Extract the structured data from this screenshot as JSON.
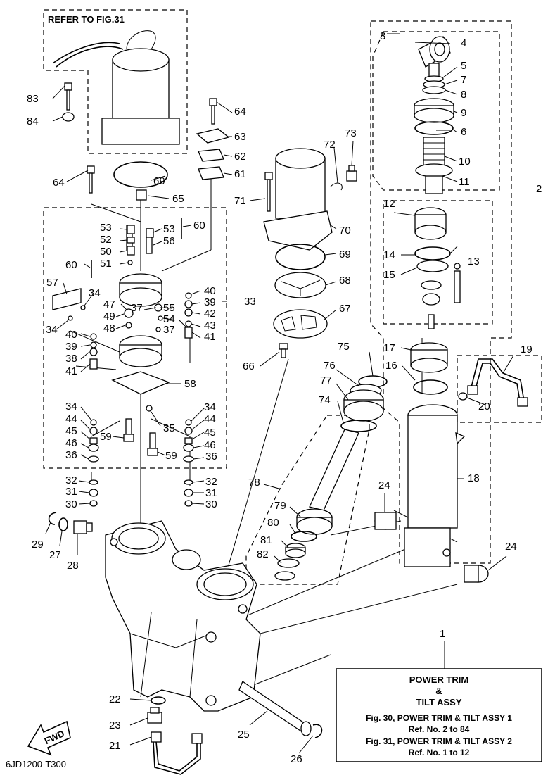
{
  "header": {
    "refer_label": "REFER TO FIG.31"
  },
  "caption": {
    "title_line1": "POWER TRIM",
    "title_line2": "&",
    "title_line3": "TILT ASSY",
    "fig30": "Fig. 30, POWER TRIM & TILT ASSY 1",
    "fig30_ref": "Ref. No. 2 to 84",
    "fig31": "Fig. 31, POWER TRIM & TILT ASSY 2",
    "fig31_ref": "Ref. No. 1 to 12"
  },
  "fwd_label": "FWD",
  "drawing_code": "6JD1200-T300",
  "callouts": {
    "c1": "1",
    "c2": "2",
    "c3": "3",
    "c4": "4",
    "c5": "5",
    "c6": "6",
    "c7": "7",
    "c8": "8",
    "c9": "9",
    "c10": "10",
    "c11": "11",
    "c12": "12",
    "c13": "13",
    "c14": "14",
    "c15": "15",
    "c16": "16",
    "c17": "17",
    "c18": "18",
    "c19": "19",
    "c20": "20",
    "c21": "21",
    "c22": "22",
    "c23": "23",
    "c24a": "24",
    "c24b": "24",
    "c25": "25",
    "c26": "26",
    "c27": "27",
    "c28": "28",
    "c29": "29",
    "c30a": "30",
    "c30b": "30",
    "c31a": "31",
    "c31b": "31",
    "c32a": "32",
    "c32b": "32",
    "c33": "33",
    "c34a": "34",
    "c34b": "34",
    "c34c": "34",
    "c34d": "34",
    "c35": "35",
    "c36a": "36",
    "c36b": "36",
    "c37a": "37",
    "c37b": "37",
    "c38": "38",
    "c39a": "39",
    "c39b": "39",
    "c40a": "40",
    "c40b": "40",
    "c41a": "41",
    "c41b": "41",
    "c42": "42",
    "c43": "43",
    "c44a": "44",
    "c44b": "44",
    "c45a": "45",
    "c45b": "45",
    "c46a": "46",
    "c46b": "46",
    "c47": "47",
    "c48": "48",
    "c49": "49",
    "c50": "50",
    "c51": "51",
    "c52": "52",
    "c53a": "53",
    "c53b": "53",
    "c54": "54",
    "c55": "55",
    "c56": "56",
    "c57": "57",
    "c58": "58",
    "c59a": "59",
    "c59b": "59",
    "c60a": "60",
    "c60b": "60",
    "c61": "61",
    "c62": "62",
    "c63": "63",
    "c64a": "64",
    "c64b": "64",
    "c65": "65",
    "c66": "66",
    "c67": "67",
    "c68": "68",
    "c69a": "69",
    "c69b": "69",
    "c70": "70",
    "c71": "71",
    "c72": "72",
    "c73": "73",
    "c74": "74",
    "c75": "75",
    "c76": "76",
    "c77": "77",
    "c78": "78",
    "c79": "79",
    "c80": "80",
    "c81": "81",
    "c82": "82",
    "c83": "83",
    "c84": "84"
  }
}
